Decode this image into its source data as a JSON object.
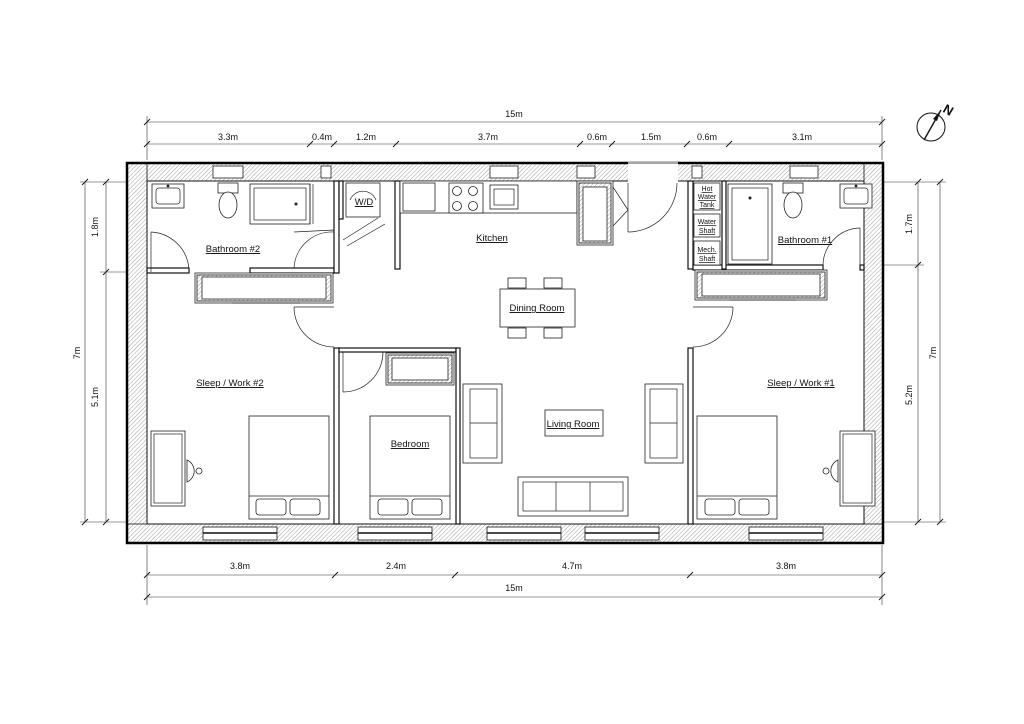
{
  "dimensions": {
    "top_total": "15m",
    "top_segments": [
      "3.3m",
      "0.4m",
      "1.2m",
      "3.7m",
      "0.6m",
      "1.5m",
      "0.6m",
      "3.1m"
    ],
    "bottom_segments": [
      "3.8m",
      "2.4m",
      "4.7m",
      "3.8m"
    ],
    "bottom_total": "15m",
    "left_total": "7m",
    "left_segments": [
      "1.8m",
      "5.1m"
    ],
    "right_total": "7m",
    "right_segments": [
      "1.7m",
      "5.2m"
    ]
  },
  "rooms": {
    "bathroom_2": "Bathroom #2",
    "kitchen": "Kitchen",
    "bathroom_1": "Bathroom #1",
    "dining_room": "Dining Room",
    "sleep_work_2": "Sleep / Work #2",
    "sleep_work_1": "Sleep / Work #1",
    "living_room": "Living Room",
    "bedroom": "Bedroom",
    "wd": "W/D"
  },
  "utility_labels": {
    "hot_water_tank": [
      "Hot",
      "Water",
      "Tank"
    ],
    "water_shaft": [
      "Water",
      "Shaft"
    ],
    "mech_shaft": [
      "Mech.",
      "Shaft"
    ]
  },
  "compass": {
    "label": "N"
  }
}
